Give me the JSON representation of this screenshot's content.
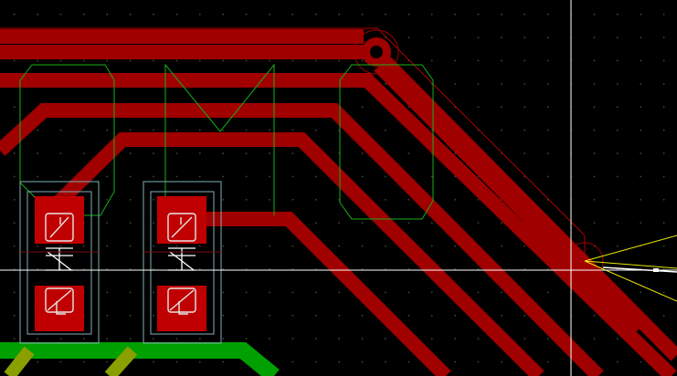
{
  "app": "pcb-editor-canvas",
  "colors": {
    "background": "#000000",
    "copper_front": "#a00000",
    "copper_back": "#00a000",
    "courtyard": "#18b018",
    "fabrication": "#7fb0b8",
    "silkscreen": "#e6e6e6",
    "ratsnest": "#e8e800",
    "cursor": "#ffffff",
    "grid": "#4a4a4a"
  },
  "icons": [
    "cursor-crosshair-icon",
    "via-icon",
    "ratsnest-icon"
  ],
  "components": [
    {
      "name": "smd-component-left",
      "pads": 2
    },
    {
      "name": "smd-component-right",
      "pads": 2
    }
  ]
}
